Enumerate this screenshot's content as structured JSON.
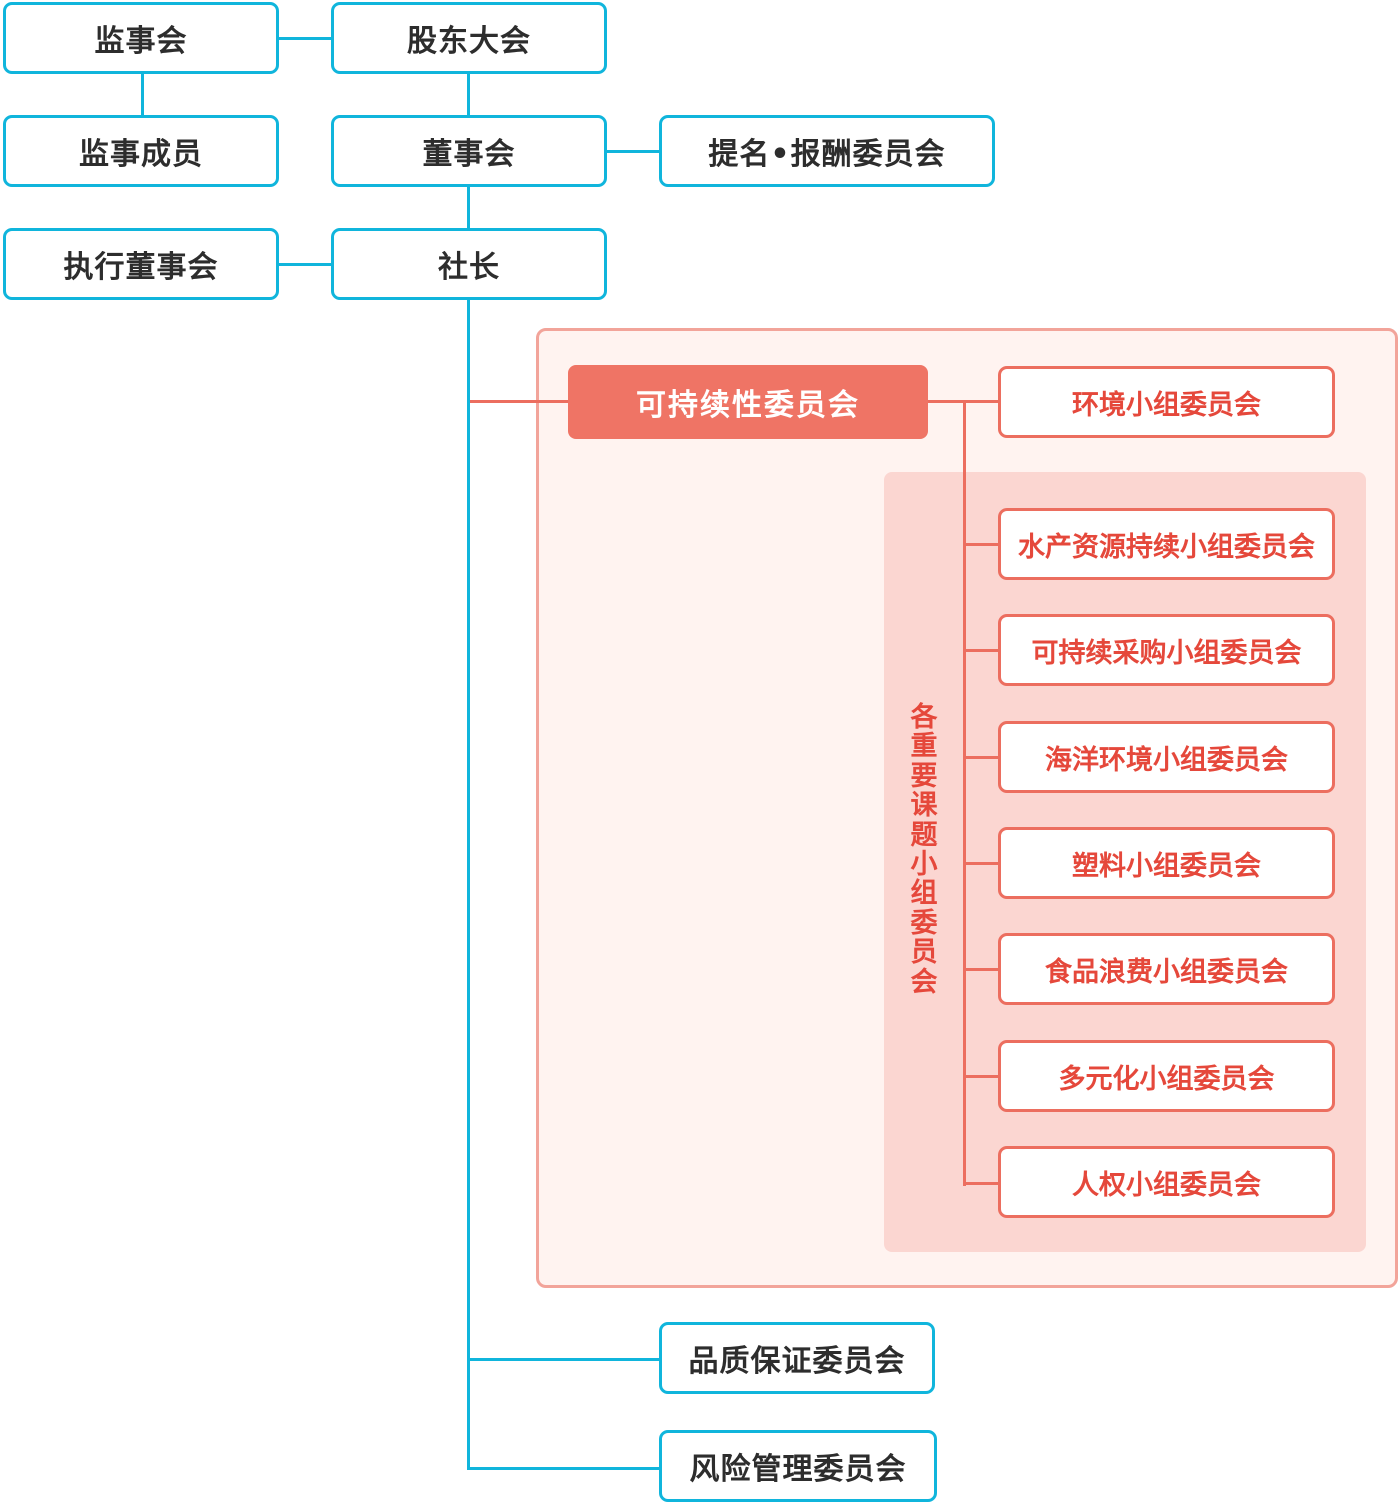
{
  "governance": {
    "supervisory_board": "监事会",
    "supervisory_members": "监事成员",
    "shareholders_meeting": "股东大会",
    "board_of_directors": "董事会",
    "nomination_committee": "提名•报酬委员会",
    "executive_board": "执行董事会",
    "president": "社长"
  },
  "sustainability": {
    "main_committee": "可持续性委员会",
    "environment_committee": "环境小组委员会",
    "topic_group_label": "各重要课题小组委员会",
    "subcommittees": [
      "水产资源持续小组委员会",
      "可持续采购小组委员会",
      "海洋环境小组委员会",
      "塑料小组委员会",
      "食品浪费小组委员会",
      "多元化小组委员会",
      "人权小组委员会"
    ]
  },
  "other_committees": {
    "quality_assurance": "品质保证委员会",
    "risk_management": "风险管理委员会"
  },
  "colors": {
    "blue_line": "#10b5dc",
    "red_line": "#ec6e5f",
    "main_committee_fill": "#ef7465",
    "outer_panel_fill": "#fff3f0",
    "inner_panel_fill": "#fbd6d1",
    "red_text": "#e5483b"
  }
}
